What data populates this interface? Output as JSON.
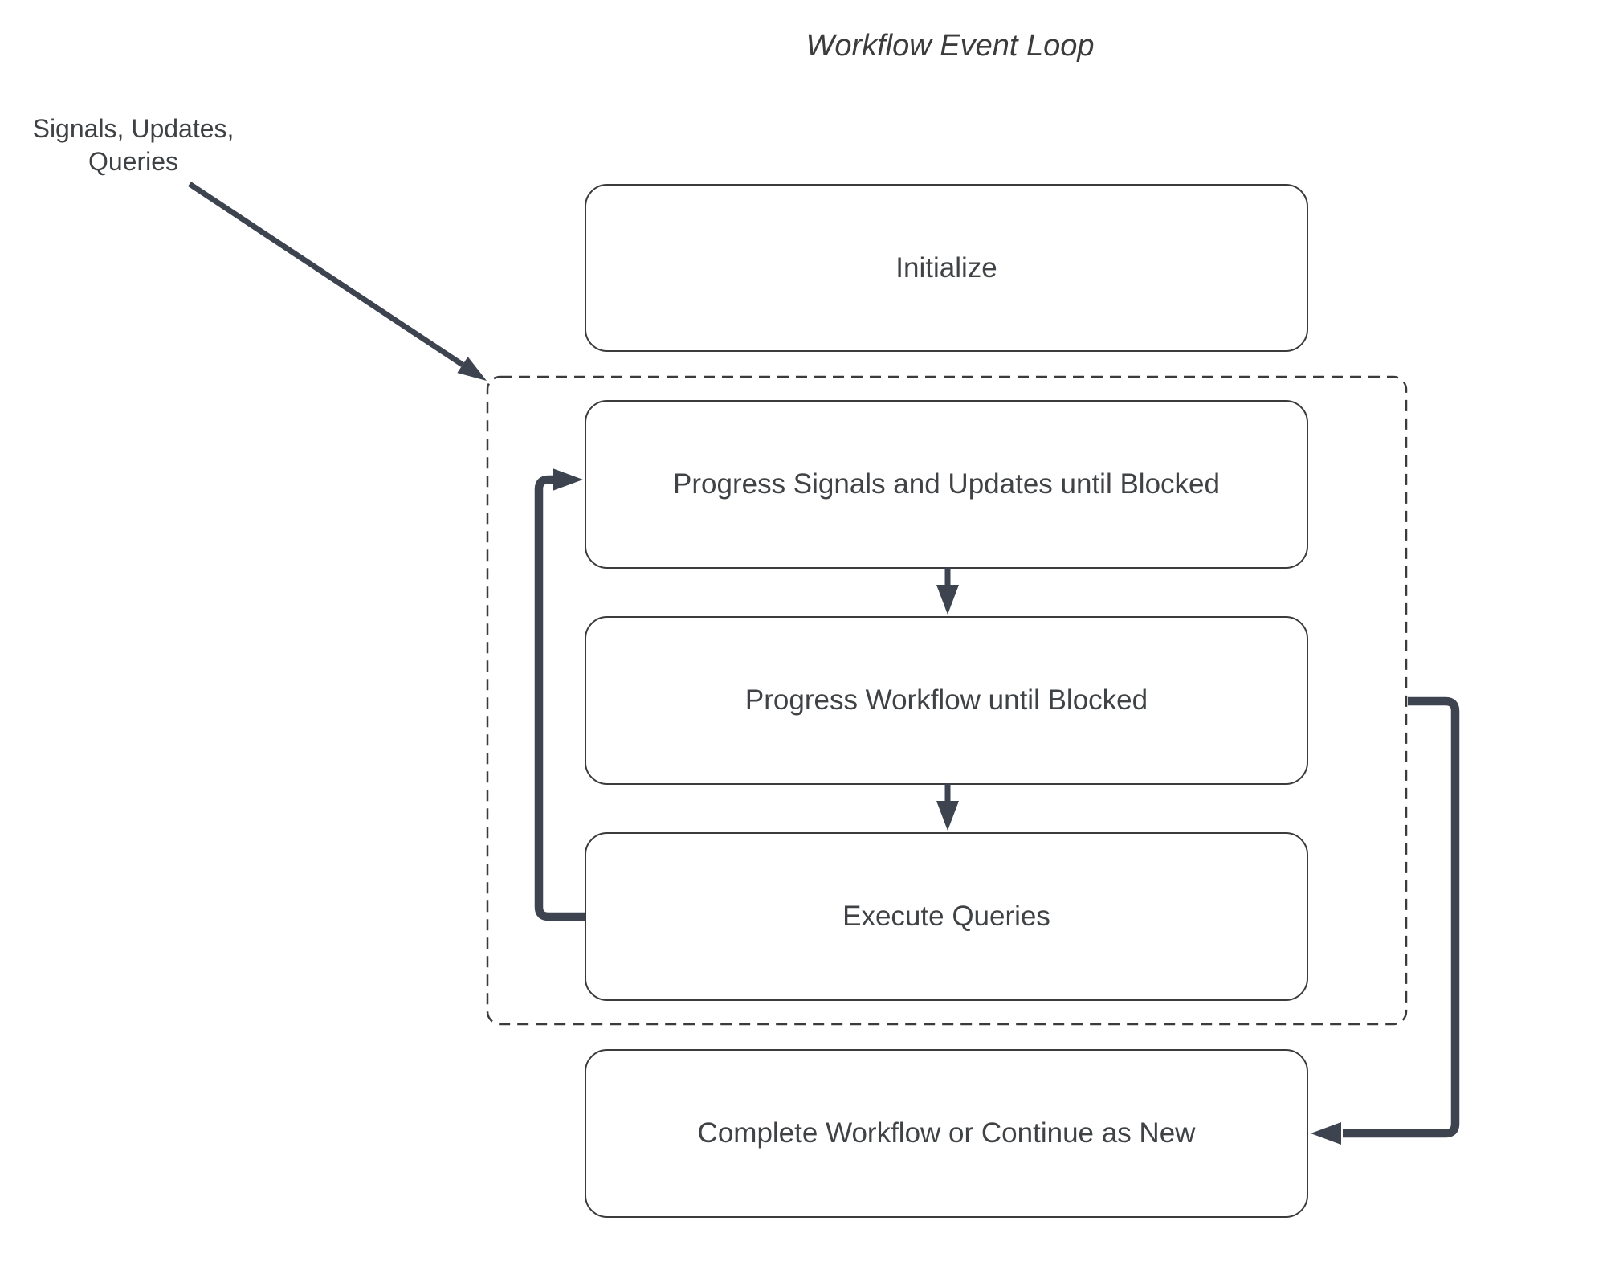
{
  "title": "Workflow Event Loop",
  "external_label": {
    "line1": "Signals, Updates,",
    "line2": "Queries"
  },
  "nodes": {
    "initialize": "Initialize",
    "progress_signals": "Progress Signals and Updates until Blocked",
    "progress_workflow": "Progress Workflow until Blocked",
    "execute_queries": "Execute Queries",
    "complete": "Complete Workflow or Continue as New"
  },
  "edges": [
    {
      "from": "signals-updates-queries-label",
      "to": "event-loop-container",
      "type": "thin-diagonal-arrow"
    },
    {
      "from": "progress_signals",
      "to": "progress_workflow",
      "type": "down-arrow"
    },
    {
      "from": "progress_workflow",
      "to": "execute_queries",
      "type": "down-arrow"
    },
    {
      "from": "execute_queries",
      "to": "progress_signals",
      "type": "thick-loop-back-left"
    },
    {
      "from": "event-loop-container",
      "to": "complete",
      "type": "thick-exit-right"
    }
  ],
  "colors": {
    "background": "#ffffff",
    "node_border": "#3b3b3b",
    "node_text": "#404346",
    "dashed_border": "#3b3b3b",
    "arrow": "#3d4450",
    "title_text": "#3c3c3c"
  }
}
